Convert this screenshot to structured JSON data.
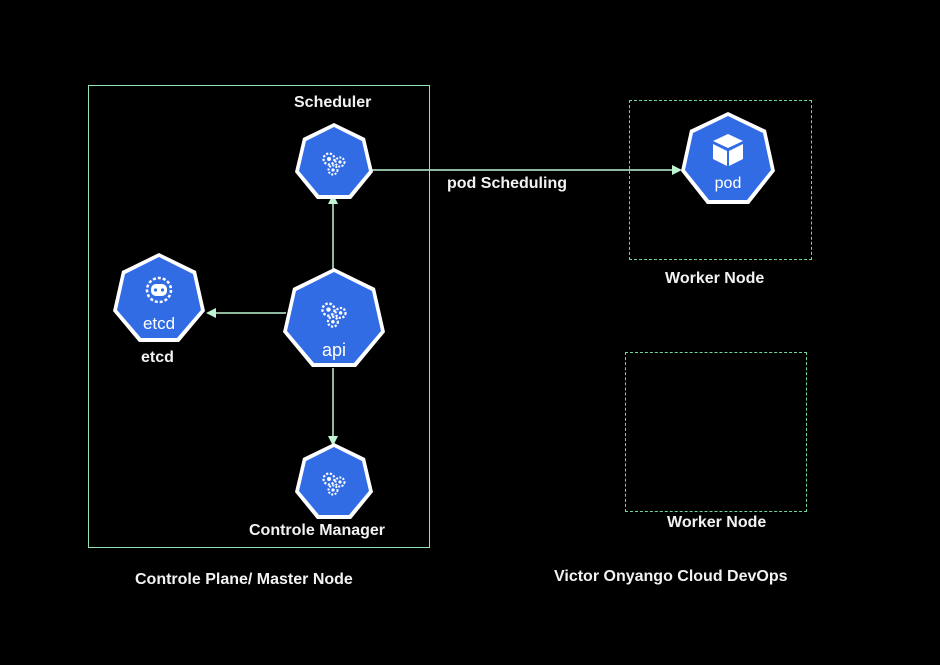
{
  "control_plane": {
    "label": "Controle Plane/ Master Node",
    "components": {
      "scheduler": {
        "label": "Scheduler"
      },
      "api": {
        "label": "api",
        "icon": "kube-apiserver-icon"
      },
      "etcd": {
        "label": "etcd",
        "icon_text": "etcd",
        "icon": "etcd-icon"
      },
      "controller_manager": {
        "label": "Controle Manager"
      }
    }
  },
  "worker_nodes": [
    {
      "label": "Worker Node",
      "pod": {
        "icon_text": "pod",
        "icon": "pod-cube-icon"
      }
    },
    {
      "label": "Worker Node"
    }
  ],
  "edges": {
    "scheduling": {
      "label": "pod Scheduling"
    }
  },
  "credit": "Victor Onyango Cloud DevOps",
  "colors": {
    "background": "#000000",
    "kube_blue": "#326ce5",
    "border": "#8fe3b4",
    "text": "#f2f2f2"
  }
}
